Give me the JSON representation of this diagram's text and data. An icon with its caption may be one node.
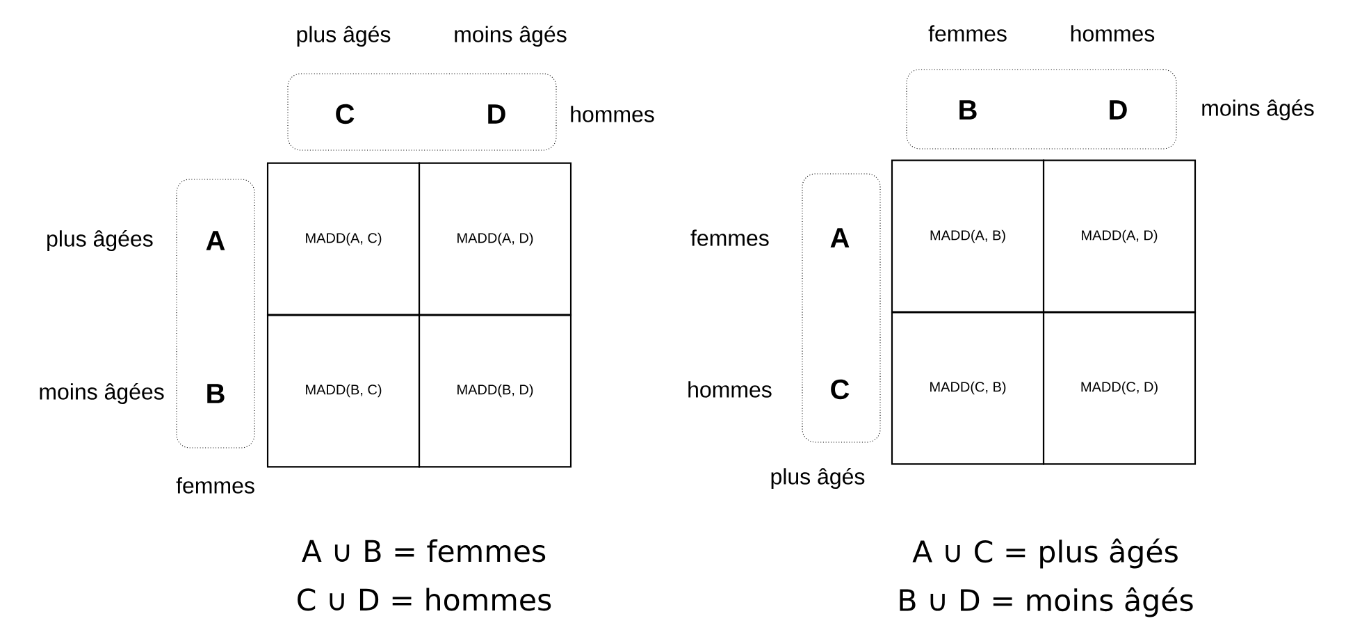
{
  "diagram": {
    "nodes": [
      {
        "text": [
          "C",
          "D"
        ],
        "beside": [
          "hommes"
        ]
      },
      {
        "text": [
          "A",
          "B"
        ],
        "beside": [
          "femmes"
        ]
      },
      {
        "text": [
          "MADD(A, C)"
        ]
      },
      {
        "text": [
          "MADD(A, D)"
        ]
      },
      {
        "text": [
          "MADD(B, C)"
        ]
      },
      {
        "text": [
          "MADD(B, D)"
        ]
      },
      {
        "text": [
          "B",
          "D"
        ],
        "beside": [
          "moins âgés"
        ]
      },
      {
        "text": [
          "A",
          "C"
        ],
        "beside": [
          "plus âgés"
        ]
      },
      {
        "text": [
          "MADD(A, B)"
        ]
      },
      {
        "text": [
          "MADD(A, D)"
        ]
      },
      {
        "text": [
          "MADD(C, B)"
        ]
      },
      {
        "text": [
          "MADD(C, D)"
        ]
      }
    ],
    "labels": [
      "plus âgés",
      "moins âgés",
      "plus âgées",
      "moins âgées",
      "A ∪ B = femmes",
      "C ∪ D = hommes",
      "femmes",
      "hommes",
      "femmes",
      "hommes",
      "A ∪ C = plus âgés",
      "B ∪ D = moins âgés"
    ]
  }
}
